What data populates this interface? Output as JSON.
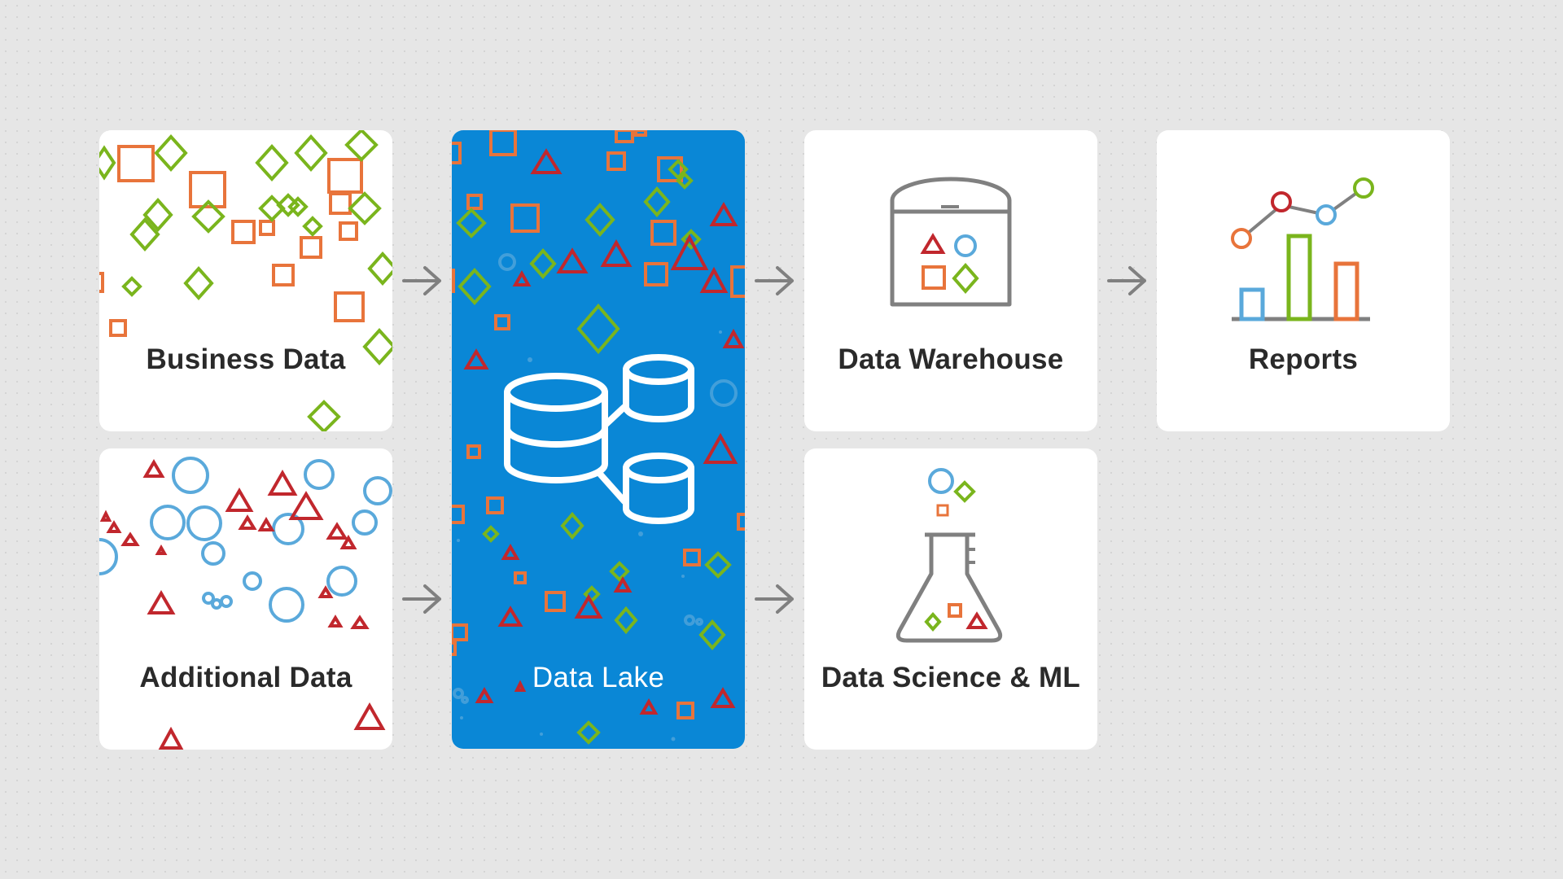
{
  "nodes": {
    "business_data": "Business Data",
    "additional_data": "Additional Data",
    "data_lake": "Data Lake",
    "data_warehouse": "Data Warehouse",
    "reports": "Reports",
    "data_science": "Data Science & ML"
  },
  "colors": {
    "background": "#e6e6e6",
    "card": "#ffffff",
    "lake": "#0a87d6",
    "orange": "#e8743b",
    "green": "#7ab51d",
    "red": "#c1272d",
    "blue": "#5aa9db",
    "gray": "#808080",
    "text": "#2a2a2a"
  },
  "icons": {
    "data_lake": "database-cluster-icon",
    "data_warehouse": "warehouse-icon",
    "reports": "bar-line-chart-icon",
    "data_science": "flask-icon",
    "connector": "arrow-right-icon"
  }
}
